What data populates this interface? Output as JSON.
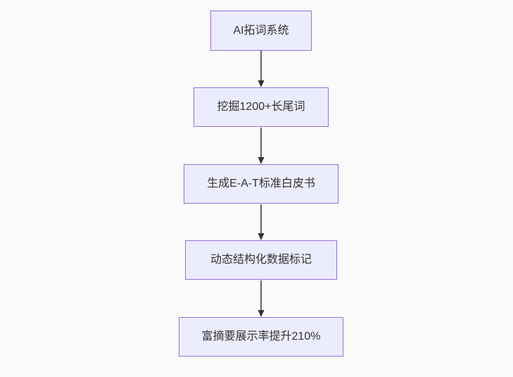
{
  "diagram": {
    "type": "flowchart-vertical",
    "background_color": "#fafafa",
    "node_fill_color": "#ECECFF",
    "node_border_color": "#9370DB",
    "text_color": "#333333",
    "arrow_color": "#333333",
    "nodes": [
      {
        "label": "AI拓词系统"
      },
      {
        "label": "挖掘1200+长尾词"
      },
      {
        "label": "生成E-A-T标准白皮书"
      },
      {
        "label": "动态结构化数据标记"
      },
      {
        "label": "富摘要展示率提升210%"
      }
    ],
    "edges": [
      {
        "from": 0,
        "to": 1
      },
      {
        "from": 1,
        "to": 2
      },
      {
        "from": 2,
        "to": 3
      },
      {
        "from": 3,
        "to": 4
      }
    ]
  }
}
